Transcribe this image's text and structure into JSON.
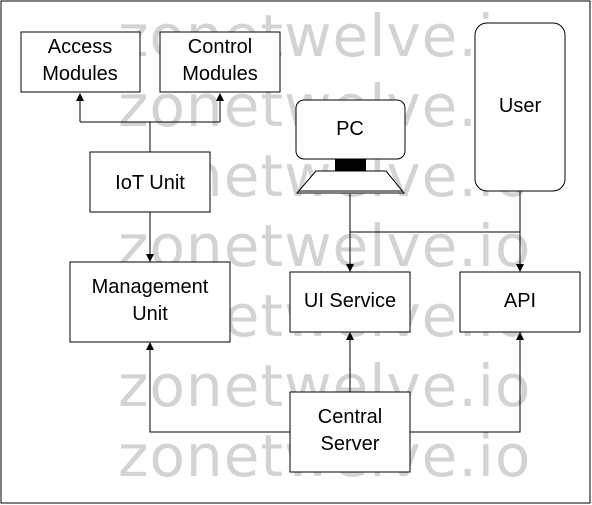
{
  "watermark": "zonetwelve.io",
  "nodes": {
    "access_modules": {
      "line1": "Access",
      "line2": "Modules"
    },
    "control_modules": {
      "line1": "Control",
      "line2": "Modules"
    },
    "iot_unit": {
      "label": "IoT Unit"
    },
    "management_unit": {
      "line1": "Management",
      "line2": "Unit"
    },
    "pc": {
      "label": "PC"
    },
    "user": {
      "label": "User"
    },
    "ui_service": {
      "label": "UI Service"
    },
    "api": {
      "label": "API"
    },
    "central_server": {
      "line1": "Central",
      "line2": "Server"
    }
  }
}
